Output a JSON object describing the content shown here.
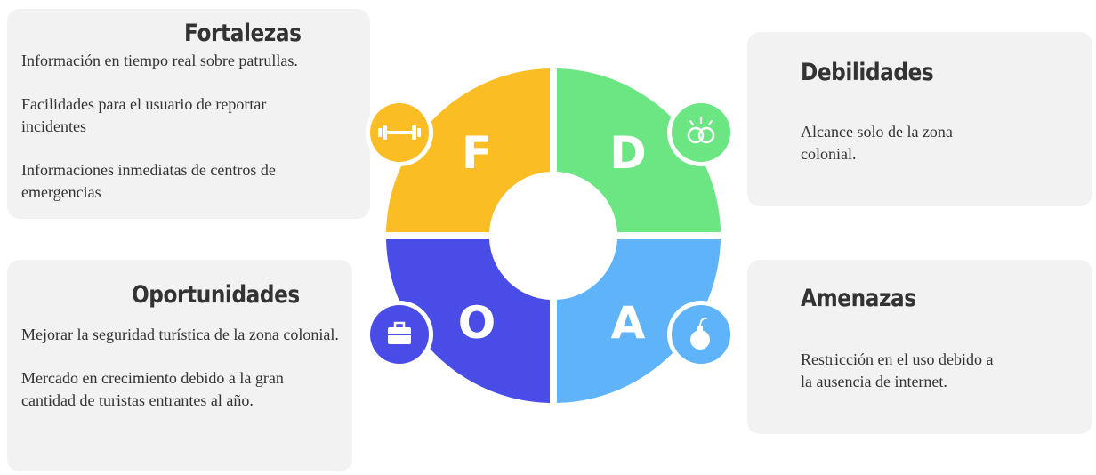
{
  "fortalezas": {
    "title": "Fortalezas",
    "letter": "F",
    "items": [
      "Información en tiempo real sobre patrullas.",
      "Facilidades para el usuario de reportar incidentes",
      "Informaciones inmediatas de centros de emergencias"
    ],
    "color": "#fbbd24",
    "icon": "barbell-icon"
  },
  "debilidades": {
    "title": "Debilidades",
    "letter": "D",
    "items": [
      "Alcance solo de la zona colonial."
    ],
    "color": "#6ce683",
    "icon": "interlocking-rings-icon"
  },
  "oportunidades": {
    "title": "Oportunidades",
    "letter": "O",
    "items": [
      "Mejorar la seguridad turística de la zona colonial.",
      "Mercado en crecimiento debido a la gran cantidad de turistas entrantes al año."
    ],
    "color": "#4a4ce8",
    "icon": "briefcase-icon"
  },
  "amenazas": {
    "title": "Amenazas",
    "letter": "A",
    "items": [
      "Restricción en el uso debido a la ausencia de internet."
    ],
    "color": "#5eb3f9",
    "icon": "bomb-icon"
  }
}
